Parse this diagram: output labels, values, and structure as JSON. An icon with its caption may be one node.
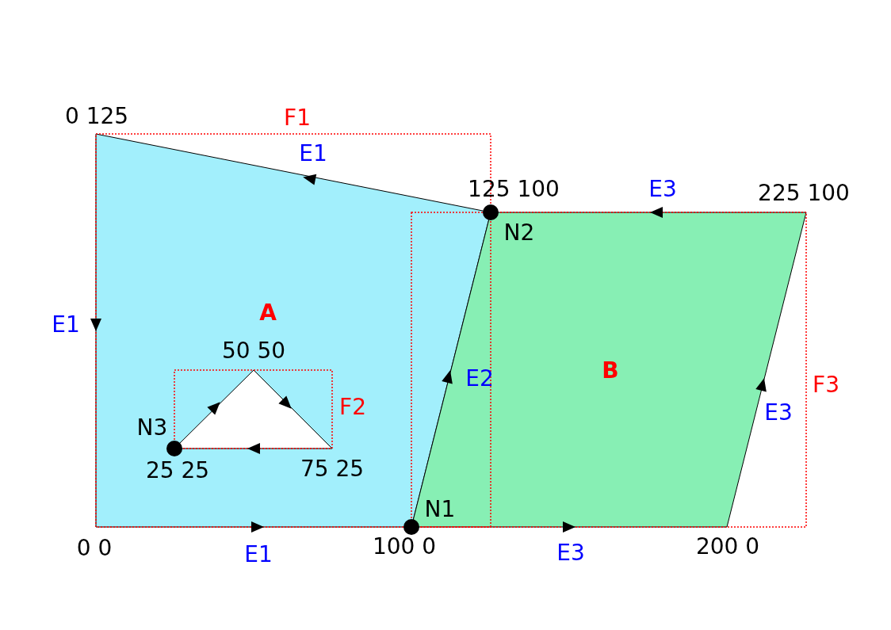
{
  "diagram": {
    "nodes": [
      {
        "text": [
          "A"
        ]
      },
      {
        "text": [
          "B"
        ]
      },
      {
        "text": [],
        "shape": "circle",
        "beside": [
          "N1"
        ]
      },
      {
        "text": [],
        "shape": "circle",
        "beside": [
          "N2"
        ]
      },
      {
        "text": [],
        "shape": "circle",
        "beside": [
          "N3"
        ],
        "in": 0
      }
    ],
    "labels": [
      "0 125",
      "F1",
      "E1",
      "125 100",
      "E3",
      "225 100",
      "E1",
      "50 50",
      "E2",
      "F2",
      "F3",
      "E3",
      "25 25",
      "75 25",
      "0 0",
      "E1",
      "100 0",
      "E3",
      "200 0"
    ]
  }
}
